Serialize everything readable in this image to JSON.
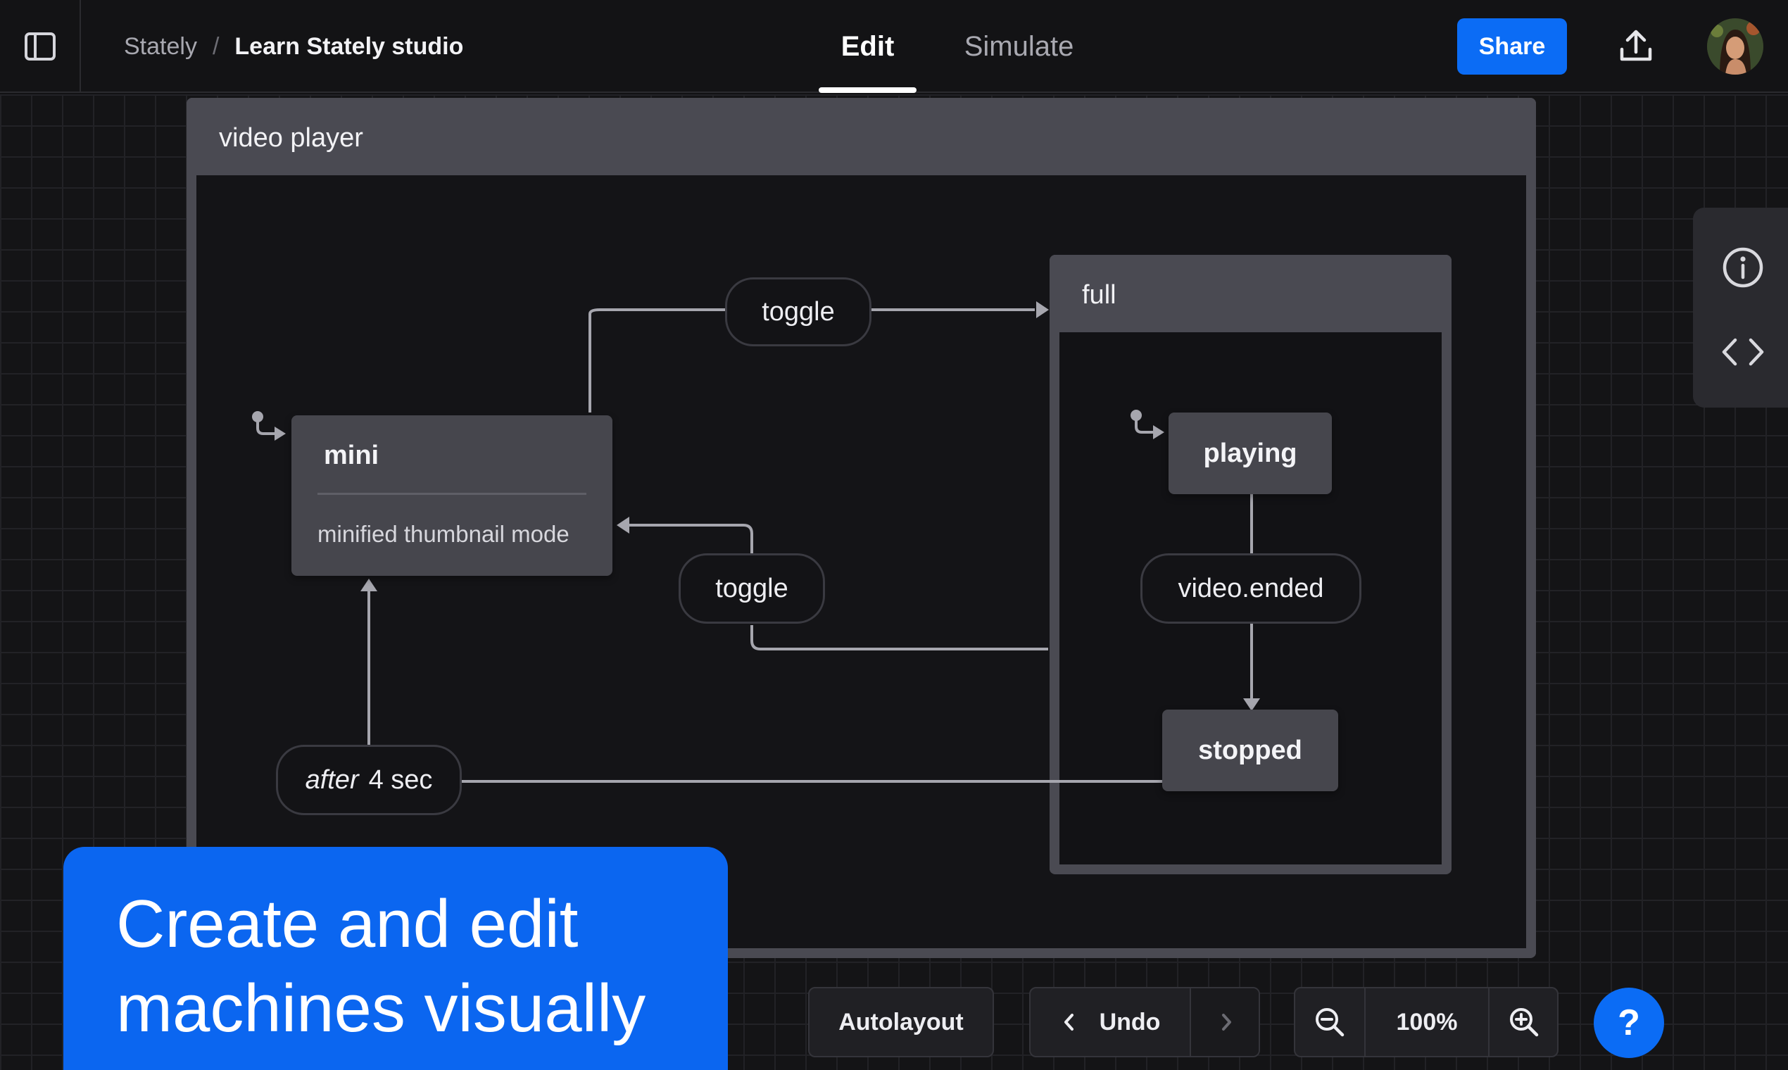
{
  "breadcrumb": {
    "root": "Stately",
    "separator": "/",
    "current": "Learn Stately studio"
  },
  "tabs": [
    {
      "label": "Edit",
      "active": true
    },
    {
      "label": "Simulate",
      "active": false
    }
  ],
  "header": {
    "share_label": "Share"
  },
  "machine": {
    "root_state": "video player",
    "states": {
      "mini": {
        "label": "mini",
        "description": "minified thumbnail mode"
      },
      "full": {
        "label": "full"
      },
      "playing": {
        "label": "playing"
      },
      "stopped": {
        "label": "stopped"
      }
    },
    "transitions": {
      "toggle_to_full": "toggle",
      "toggle_to_mini": "toggle",
      "video_ended": "video.ended",
      "after_keyword": "after",
      "after_delay": "4 sec"
    }
  },
  "toolbar": {
    "autolayout_label": "Autolayout",
    "undo_label": "Undo",
    "zoom_level": "100%",
    "help_label": "?"
  },
  "promo": {
    "line1": "Create and edit",
    "line2": "machines visually"
  },
  "colors": {
    "accent": "#0b6cf5",
    "canvas_bg": "#141416",
    "state_bg": "#46464d",
    "edge": "#a6a6ae"
  },
  "icons": {
    "sidebar": "sidebar-toggle-icon",
    "upload": "upload-icon",
    "info": "info-icon",
    "code": "code-icon",
    "initial": "initial-state-icon",
    "zoom_out": "zoom-out-icon",
    "zoom_in": "zoom-in-icon"
  }
}
